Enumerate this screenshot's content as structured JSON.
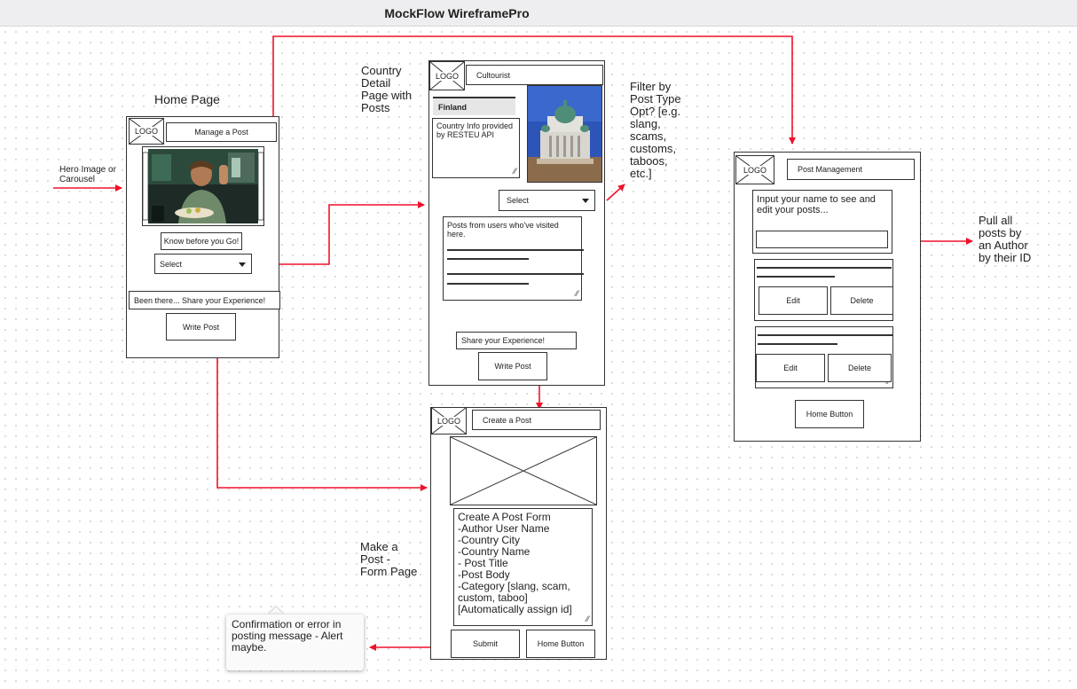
{
  "app": {
    "title": "MockFlow WireframePro"
  },
  "annotations": {
    "home_page": "Home Page",
    "hero": "Hero Image or\nCarousel",
    "country_detail": "Country\nDetail\nPage with\nPosts",
    "filter": "Filter by\nPost Type\nOpt? [e.g.\nslang,\nscams,\ncustoms,\ntaboos,\netc.]",
    "pull_posts": "Pull all\nposts by\nan Author\nby their ID",
    "make_post": "Make a\nPost -\nForm Page"
  },
  "home": {
    "logo": "LOGO",
    "manage_post": "Manage a Post",
    "know_before": "Know before you Go!",
    "select": "Select",
    "been_there": "Been there... Share your Experience!",
    "write_post": "Write Post"
  },
  "country": {
    "logo": "LOGO",
    "site_name": "Cultourist",
    "country_name": "Finland",
    "country_info": "Country Info provided by RESTEU API",
    "select": "Select",
    "posts_heading": "Posts from users who've visited here.",
    "share": "Share your Experience!",
    "write_post": "Write Post"
  },
  "create": {
    "logo": "LOGO",
    "title": "Create a Post",
    "form_text": "Create A Post Form\n-Author User Name\n-Country City\n-Country Name\n- Post Title\n-Post Body\n-Category [slang, scam, custom, taboo]\n[Automatically assign id]",
    "submit": "Submit",
    "home_button": "Home Button"
  },
  "manage": {
    "logo": "LOGO",
    "title": "Post Management",
    "input_prompt": "Input your name to see and edit your posts...",
    "edit": "Edit",
    "delete": "Delete",
    "home_button": "Home Button"
  },
  "tooltip": {
    "text": "Confirmation or error in posting message - Alert maybe."
  },
  "colors": {
    "arrow": "#f0112b",
    "stroke": "#333333",
    "titlebar_bg": "#eeeef0"
  }
}
